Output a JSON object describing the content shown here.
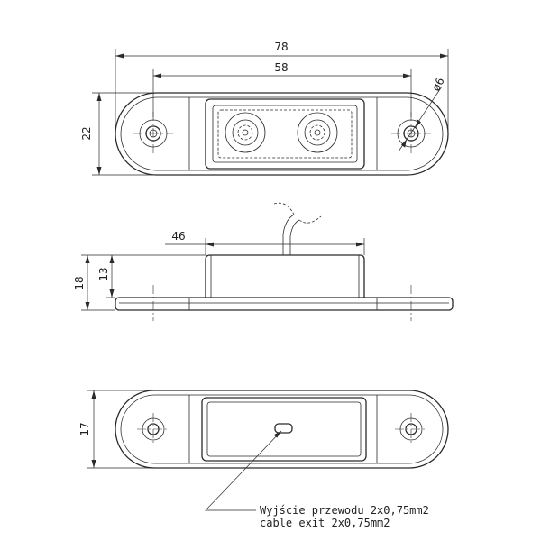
{
  "dimensions": {
    "total_length": "78",
    "hole_spacing": "58",
    "hole_diameter": "ø6",
    "top_height": "22",
    "housing_length": "46",
    "side_total_height": "18",
    "side_body_height": "13",
    "bottom_height": "17"
  },
  "note": {
    "line_pl": "Wyjście przewodu 2x0,75mm2",
    "line_en": "cable exit 2x0,75mm2"
  }
}
